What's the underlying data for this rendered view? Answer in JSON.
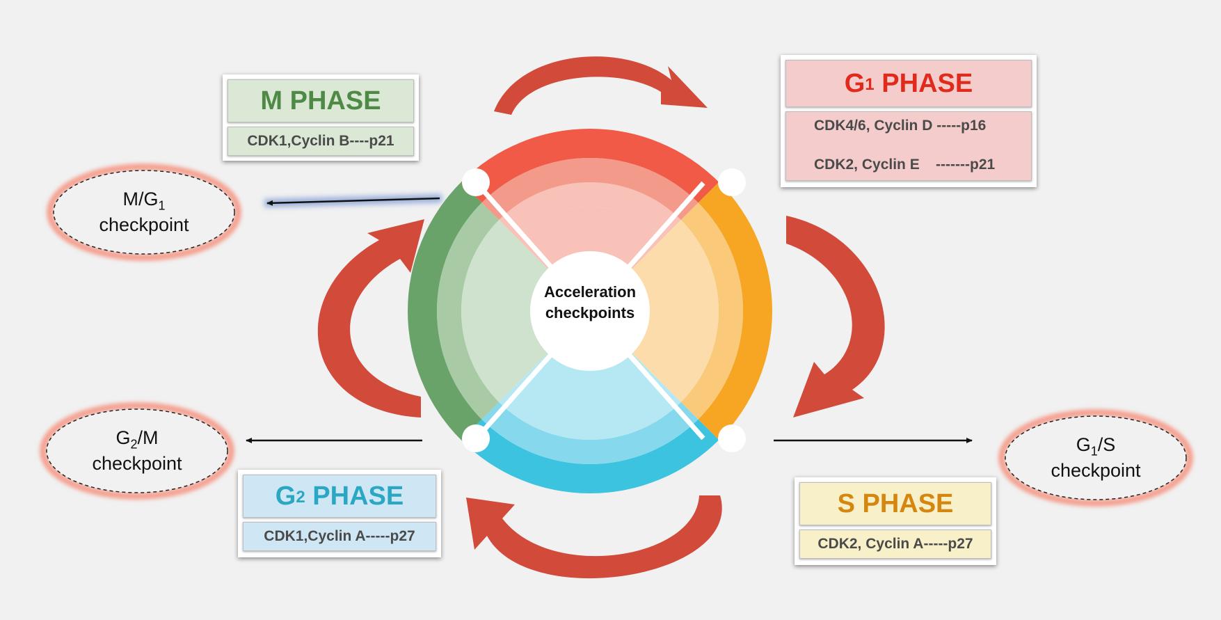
{
  "center": {
    "line1": "Acceleration",
    "line2": "checkpoints"
  },
  "phases": {
    "m": {
      "title": "M PHASE",
      "lines": [
        "CDK1,Cyclin B----p21"
      ],
      "color": "#4e8a45",
      "bg": "#dbe8d6"
    },
    "g1": {
      "title_main": "G",
      "title_sub": "1",
      "title_rest": " PHASE",
      "lines": [
        "CDK4/6, Cyclin D -----p16",
        "CDK2, Cyclin E    -------p21"
      ],
      "color": "#e02a1c",
      "bg": "#f4cccb"
    },
    "g2": {
      "title_main": "G",
      "title_sub": "2",
      "title_rest": " PHASE",
      "lines": [
        "CDK1,Cyclin A-----p27"
      ],
      "color": "#2aa7c2",
      "bg": "#cfe7f5"
    },
    "s": {
      "title": "S PHASE",
      "lines": [
        "CDK2, Cyclin A-----p27"
      ],
      "color": "#d4860e",
      "bg": "#f8f0c8"
    }
  },
  "checkpoints": {
    "mg1": {
      "l1a": "M/G",
      "l1sub": "1",
      "l1b": "",
      "l2": "checkpoint"
    },
    "g2m": {
      "l1a": "G",
      "l1sub": "2",
      "l1b": "/M",
      "l2": "checkpoint"
    },
    "g1s": {
      "l1a": "G",
      "l1sub": "1",
      "l1b": "/S",
      "l2": "checkpoint"
    }
  },
  "colors": {
    "red": "#f05a46",
    "red_mid": "#f49a8b",
    "red_light": "#f8c2b8",
    "orange": "#f6a623",
    "orange_mid": "#fac97a",
    "orange_light": "#fcdcaa",
    "blue": "#3cc3e0",
    "blue_mid": "#86d8ec",
    "blue_light": "#b6e8f4",
    "green": "#6aa36a",
    "green_mid": "#a8cba6",
    "green_light": "#cfe2cd",
    "arrow": "#d94a3a",
    "arrow_dark": "#b43a2c"
  }
}
